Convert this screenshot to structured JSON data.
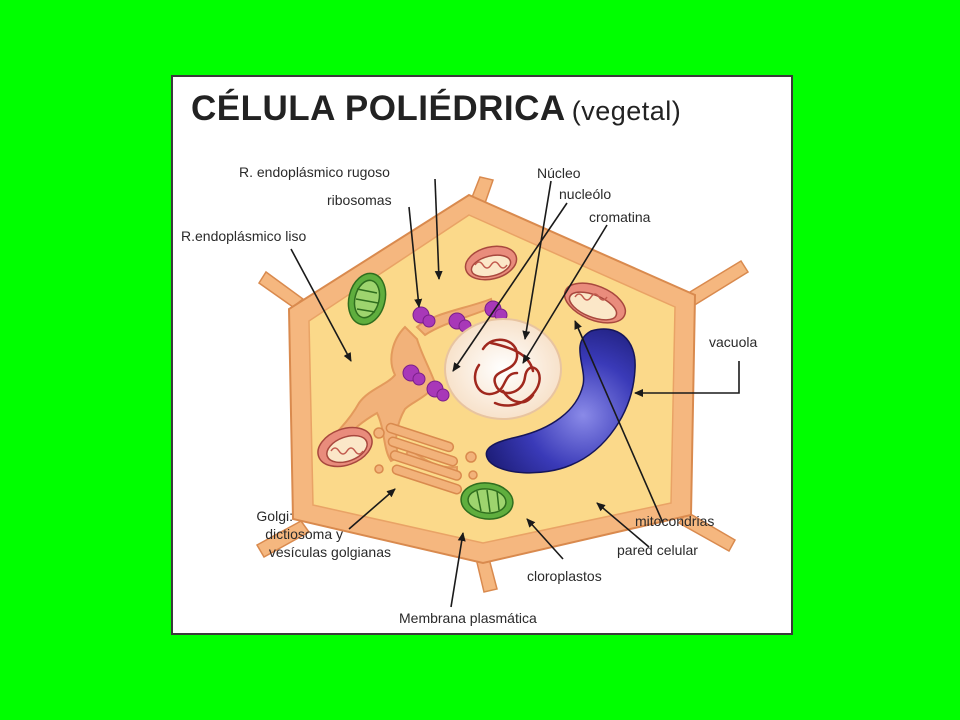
{
  "title": {
    "main": "CÉLULA POLIÉDRICA",
    "sub": "(vegetal)"
  },
  "labels": {
    "rer": "R. endoplásmico rugoso",
    "ribosomas": "ribosomas",
    "rel": "R.endoplásmico liso",
    "nucleo": "Núcleo",
    "nucleolo": "nucleólo",
    "cromatina": "cromatina",
    "vacuola": "vacuola",
    "golgi_1": "Golgi:",
    "golgi_2": "dictiosoma y",
    "golgi_3": "vesículas golgianas",
    "mitocondrias": "mitocondrias",
    "pared": "pared celular",
    "cloroplastos": "cloroplastos",
    "membrana": "Membrana plasmática"
  },
  "colors": {
    "background": "#00ff00",
    "wall": "#f5b77f",
    "wall_edge": "#d98a4e",
    "cytoplasm": "#fbd98a",
    "nucleus": "#fdebd0",
    "chromatin": "#a0281e",
    "vacuole": "#2f2fa0",
    "ribosome": "#a838b8",
    "chloroplast": "#5fae3e",
    "mitochondria": "#e98c7c",
    "reticulum": "#f2b27a"
  }
}
